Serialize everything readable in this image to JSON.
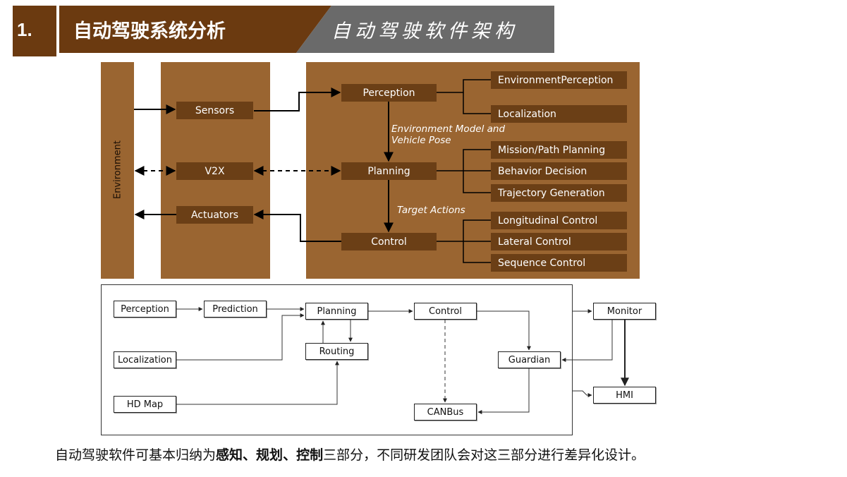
{
  "header": {
    "number": "1.",
    "title": "自动驾驶系统分析",
    "subtitle": "自动驾驶软件架构"
  },
  "top_diagram": {
    "environment": "Environment",
    "sensors": "Sensors",
    "v2x": "V2X",
    "actuators": "Actuators",
    "perception": "Perception",
    "planning": "Planning",
    "control": "Control",
    "label_env_model_1": "Environment Model and",
    "label_env_model_2": "Vehicle Pose",
    "label_target_actions": "Target Actions",
    "perception_subs": [
      "EnvironmentPerception",
      "Localization"
    ],
    "planning_subs": [
      "Mission/Path Planning",
      "Behavior Decision",
      "Trajectory Generation"
    ],
    "control_subs": [
      "Longitudinal Control",
      "Lateral Control",
      "Sequence Control"
    ]
  },
  "bottom_diagram": {
    "perception": "Perception",
    "prediction": "Prediction",
    "planning": "Planning",
    "control": "Control",
    "monitor": "Monitor",
    "localization": "Localization",
    "routing": "Routing",
    "guardian": "Guardian",
    "hd_map": "HD Map",
    "canbus": "CANBus",
    "hmi": "HMI"
  },
  "caption": {
    "part1": "自动驾驶软件可基本归纳为",
    "bold1": "感知",
    "sep1": "、",
    "bold2": "规划",
    "sep2": "、",
    "bold3": "控制",
    "part2": "三部分，不同研发团队会对这三部分进行差异化设计。"
  },
  "colors": {
    "header_dark": "#6b3a10",
    "header_gray": "#6a6a6a",
    "panel": "#9a6531",
    "box": "#6b3f16"
  }
}
